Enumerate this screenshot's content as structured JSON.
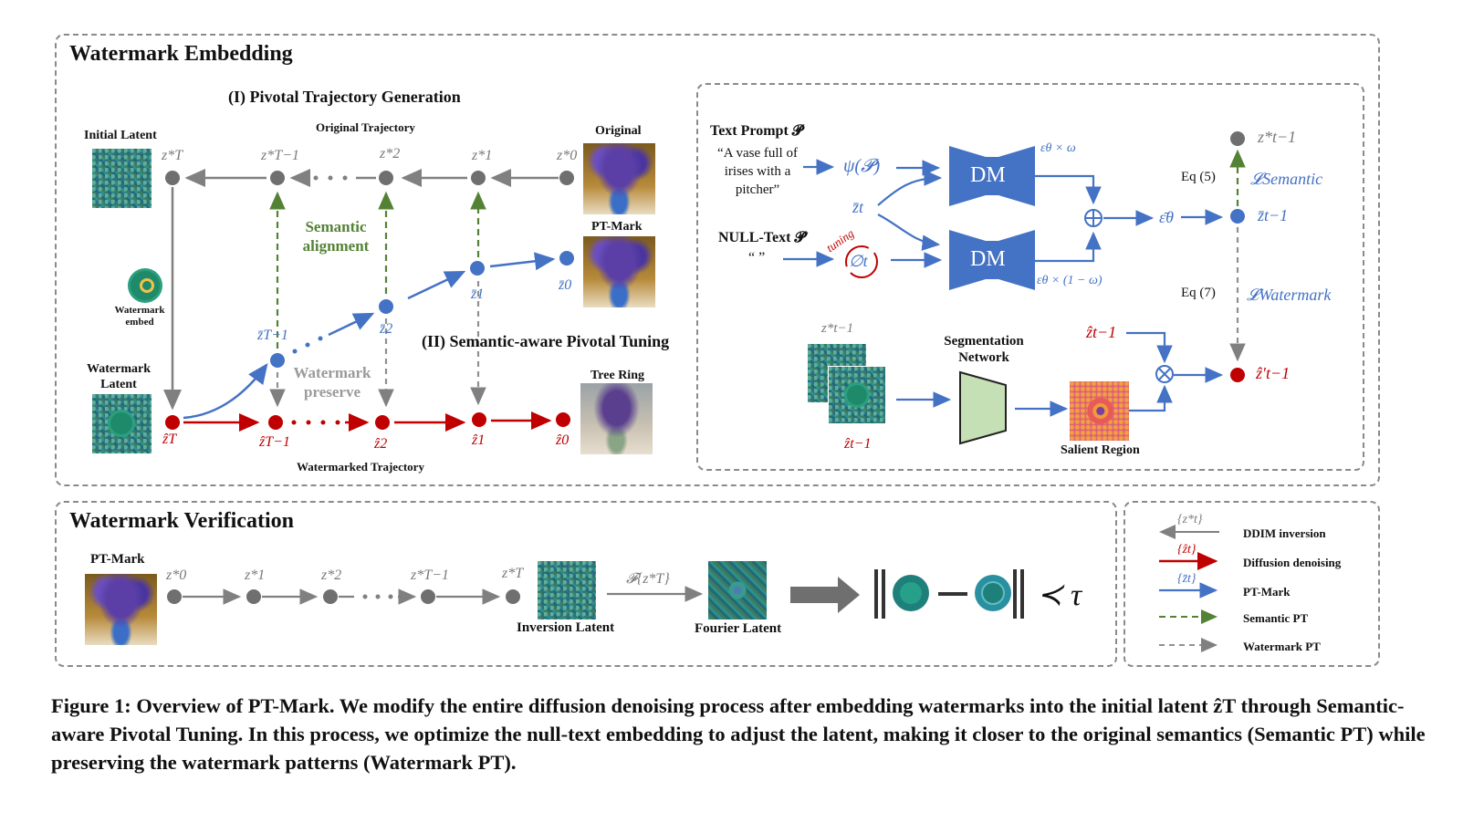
{
  "sections": {
    "embedding_title": "Watermark Embedding",
    "verification_title": "Watermark Verification"
  },
  "embed": {
    "pivotal_title": "(I) Pivotal Trajectory Generation",
    "original_trajectory": "Original Trajectory",
    "watermarked_trajectory": "Watermarked Trajectory",
    "initial_latent": "Initial Latent",
    "watermark_latent": "Watermark Latent",
    "watermark_embed": "Watermark embed",
    "original": "Original",
    "pt_mark": "PT-Mark",
    "tree_ring": "Tree Ring",
    "semantic_alignment": "Semantic alignment",
    "watermark_preserve": "Watermark preserve",
    "tuning_title": "(II) Semantic-aware Pivotal Tuning",
    "z_star": [
      "z*T",
      "z*T−1",
      "z*2",
      "z*1",
      "z*0"
    ],
    "z_bar": [
      "z̄T−1",
      "z̄2",
      "z̄1",
      "z̄0"
    ],
    "z_hat": [
      "ẑT",
      "ẑT−1",
      "ẑ2",
      "ẑ1",
      "ẑ0"
    ]
  },
  "tuning": {
    "text_prompt": "Text Prompt 𝓟",
    "prompt_text": "“A vase full of irises with a pitcher”",
    "null_text": "NULL-Text 𝓟′",
    "null_quote": "“ ”",
    "psi": "ψ(𝓟)",
    "zt_bar": "z̄t",
    "phi": "∅t",
    "tuning_label": "tuning",
    "dm": "DM",
    "eps_omega": "εθ × ω",
    "eps_one_minus": "εθ × (1 − ω)",
    "oplus": "⊕",
    "otimes": "⊗",
    "eps_bar": "ε̄θ",
    "z_star_tm1": "z*t−1",
    "z_bar_tm1": "z̄t−1",
    "eq5": "Eq (5)",
    "eq7": "Eq (7)",
    "l_semantic": "𝓛Semantic",
    "l_watermark": "𝓛Watermark",
    "z_star_stack": "z*t−1",
    "z_hat_stack": "ẑt−1",
    "segmentation": "Segmentation Network",
    "z_hat_tm1": "ẑt−1",
    "salient_region": "Salient Region",
    "z_hat_prime": "ẑ′t−1"
  },
  "verify": {
    "pt_mark": "PT-Mark",
    "z_star": [
      "z*0",
      "z*1",
      "z*2",
      "z*T−1",
      "z*T"
    ],
    "inversion_latent": "Inversion Latent",
    "fourier_op": "𝓕{z*T}",
    "fourier_latent": "Fourier Latent",
    "less_tau": "≺ τ"
  },
  "legend": [
    {
      "symbol": "{z*t}",
      "label": "DDIM inversion",
      "color": "#808080",
      "style": "solid"
    },
    {
      "symbol": "{ẑt}",
      "label": "Diffusion denoising",
      "color": "#c00000",
      "style": "solid"
    },
    {
      "symbol": "{z̄t}",
      "label": "PT-Mark",
      "color": "#4472c4",
      "style": "solid"
    },
    {
      "symbol": "",
      "label": "Semantic PT",
      "color": "#548235",
      "style": "dashed"
    },
    {
      "symbol": "",
      "label": "Watermark PT",
      "color": "#808080",
      "style": "dashed"
    }
  ],
  "caption": "Figure 1: Overview of PT-Mark. We modify the entire diffusion denoising process after embedding watermarks into the initial latent ẑT through Semantic-aware Pivotal Tuning. In this process, we optimize the null-text embedding to adjust the latent, making it closer to the original semantics (Semantic PT) while preserving the watermark patterns (Watermark PT).",
  "colors": {
    "grey": "#808080",
    "blue": "#4472c4",
    "red": "#c00000",
    "green": "#548235",
    "dm_box": "#4472c4",
    "seg_box": "#c5e0b4"
  }
}
